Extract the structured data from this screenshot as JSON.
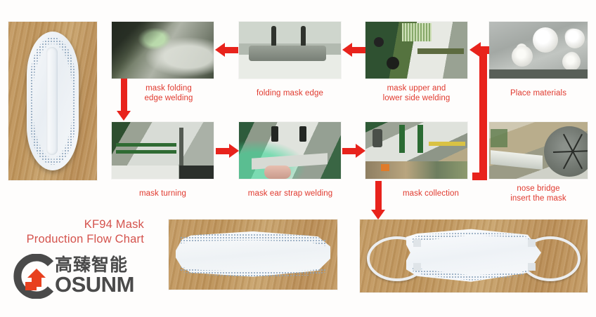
{
  "page": {
    "title_line1": "KF94 Mask",
    "title_line2": "Production Flow Chart",
    "background_color": "#fefdfc",
    "accent_red": "#e8231c",
    "caption_red": "#e0392e",
    "title_red": "#d4524c"
  },
  "logo": {
    "brand_cn": "高臻智能",
    "brand_en": "OSUNM",
    "mark_name": "osunm-circle-arrow-logo",
    "mark_color_ring": "#4a4a4a",
    "mark_color_arrow": "#e8401e"
  },
  "steps": [
    {
      "id": "finished-mask-unfolded",
      "caption": "",
      "photo_name": "photo-finished-mask-unfolded"
    },
    {
      "id": "mask-folding-edge-welding",
      "caption": "mask folding\nedge welding",
      "photo_name": "photo-mask-folding-edge-welding"
    },
    {
      "id": "folding-mask-edge",
      "caption": "folding mask edge",
      "photo_name": "photo-folding-mask-edge"
    },
    {
      "id": "mask-upper-and-lower-side-welding",
      "caption": "mask upper and\nlower side welding",
      "photo_name": "photo-mask-upper-lower-side-welding"
    },
    {
      "id": "place-materials",
      "caption": "Place materials",
      "photo_name": "photo-place-materials"
    },
    {
      "id": "mask-turning",
      "caption": "mask turning",
      "photo_name": "photo-mask-turning"
    },
    {
      "id": "mask-ear-strap-welding",
      "caption": "mask ear strap welding",
      "photo_name": "photo-mask-ear-strap-welding"
    },
    {
      "id": "mask-collection",
      "caption": "mask collection",
      "photo_name": "photo-mask-collection"
    },
    {
      "id": "nose-bridge-insert-the-mask",
      "caption": "nose bridge\ninsert the mask",
      "photo_name": "photo-nose-bridge-insert-the-mask"
    },
    {
      "id": "finished-mask-flat",
      "caption": "",
      "photo_name": "photo-finished-mask-flat"
    },
    {
      "id": "finished-mask-with-straps",
      "caption": "",
      "photo_name": "photo-finished-mask-with-straps"
    }
  ],
  "arrows": [
    {
      "id": "arrow-folding-to-foldingweld",
      "direction": "left",
      "name": "flow-arrow-left-top-1"
    },
    {
      "id": "arrow-upperlower-to-folding",
      "direction": "left",
      "name": "flow-arrow-left-top-2"
    },
    {
      "id": "arrow-foldweld-to-turning",
      "direction": "down",
      "name": "flow-arrow-down-left"
    },
    {
      "id": "arrow-turning-to-earstrap",
      "direction": "right",
      "name": "flow-arrow-right-mid-1"
    },
    {
      "id": "arrow-earstrap-to-collection",
      "direction": "right",
      "name": "flow-arrow-right-mid-2"
    },
    {
      "id": "arrow-collection-to-finished",
      "direction": "down",
      "name": "flow-arrow-down-collection"
    },
    {
      "id": "connector-nosebridge-to-upperlower",
      "direction": "up-left",
      "name": "flow-connector-right-return"
    }
  ]
}
